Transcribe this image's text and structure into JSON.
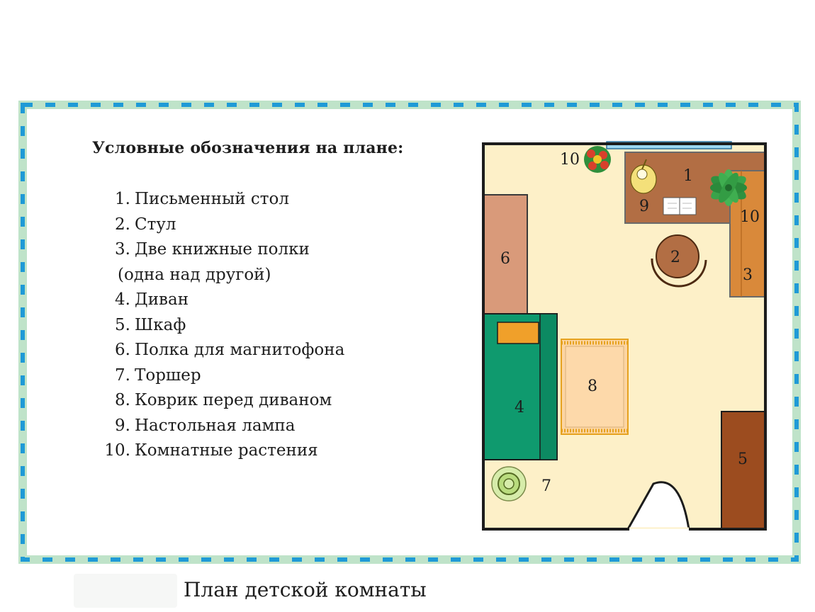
{
  "legend": {
    "title": "Условные обозначения на плане:",
    "items": [
      {
        "num": "1.",
        "text": "Письменный стол"
      },
      {
        "num": "2.",
        "text": "Стул"
      },
      {
        "num": "3.",
        "text": "Две книжные полки"
      },
      {
        "num": "",
        "text": "(одна над другой)"
      },
      {
        "num": "4.",
        "text": "Диван"
      },
      {
        "num": "5.",
        "text": "Шкаф"
      },
      {
        "num": "6.",
        "text": "Полка для магнитофона"
      },
      {
        "num": "7.",
        "text": "Торшер"
      },
      {
        "num": "8.",
        "text": "Коврик перед диваном"
      },
      {
        "num": "9.",
        "text": "Настольная лампа"
      },
      {
        "num": "10.",
        "text": "Комнатные растения"
      }
    ]
  },
  "plan": {
    "labels": {
      "desk": "1",
      "chair": "2",
      "shelves": "3",
      "sofa": "4",
      "wardrobe": "5",
      "tape_shelf": "6",
      "floor_lamp": "7",
      "rug": "8",
      "desk_lamp": "9",
      "plant_left": "10",
      "plant_right": "10"
    }
  },
  "caption": "План детской комнаты",
  "colors": {
    "frame": "#bfe3c9",
    "frame_dash": "#1f9ad6",
    "floor": "#fdf0c8",
    "wall": "#1c1c1c",
    "desk": "#b26e44",
    "shelves": "#d9893a",
    "sofa": "#0f9a6e",
    "wardrobe": "#9c4c1f",
    "tape_shelf": "#d99a7a",
    "rug": "#fcd5a2",
    "rug_fringe": "#e6a21f",
    "window": "#9cd7f2"
  }
}
